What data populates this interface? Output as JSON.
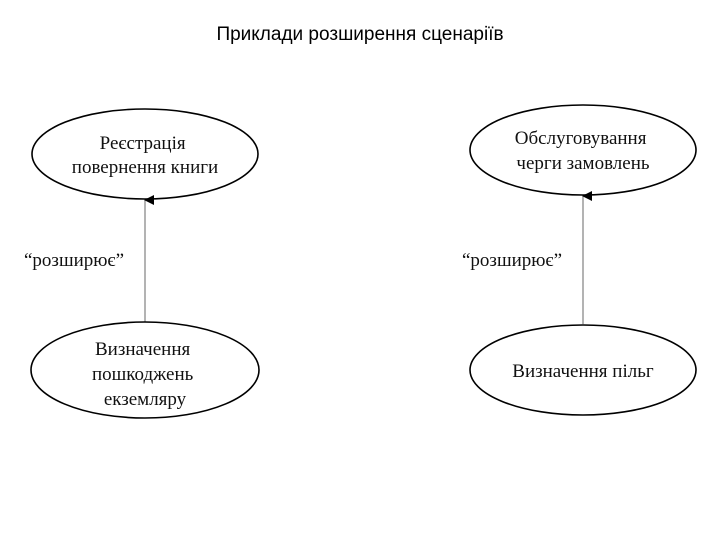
{
  "title": "Приклади розширення сценаріїв",
  "colors": {
    "stroke": "#000000",
    "connector": "#808080",
    "text": "#111111"
  },
  "diagrams": [
    {
      "base_case": {
        "lines": [
          "Реєстрація",
          "повернення книги"
        ]
      },
      "extension_case": {
        "lines": [
          "Визначення",
          "пошкоджень",
          "екземляру"
        ]
      },
      "relation_label": "“розширює”"
    },
    {
      "base_case": {
        "lines": [
          "Обслуговування",
          "черги замовлень"
        ]
      },
      "extension_case": {
        "lines": [
          "Визначення пільг"
        ]
      },
      "relation_label": "“розширює”"
    }
  ]
}
